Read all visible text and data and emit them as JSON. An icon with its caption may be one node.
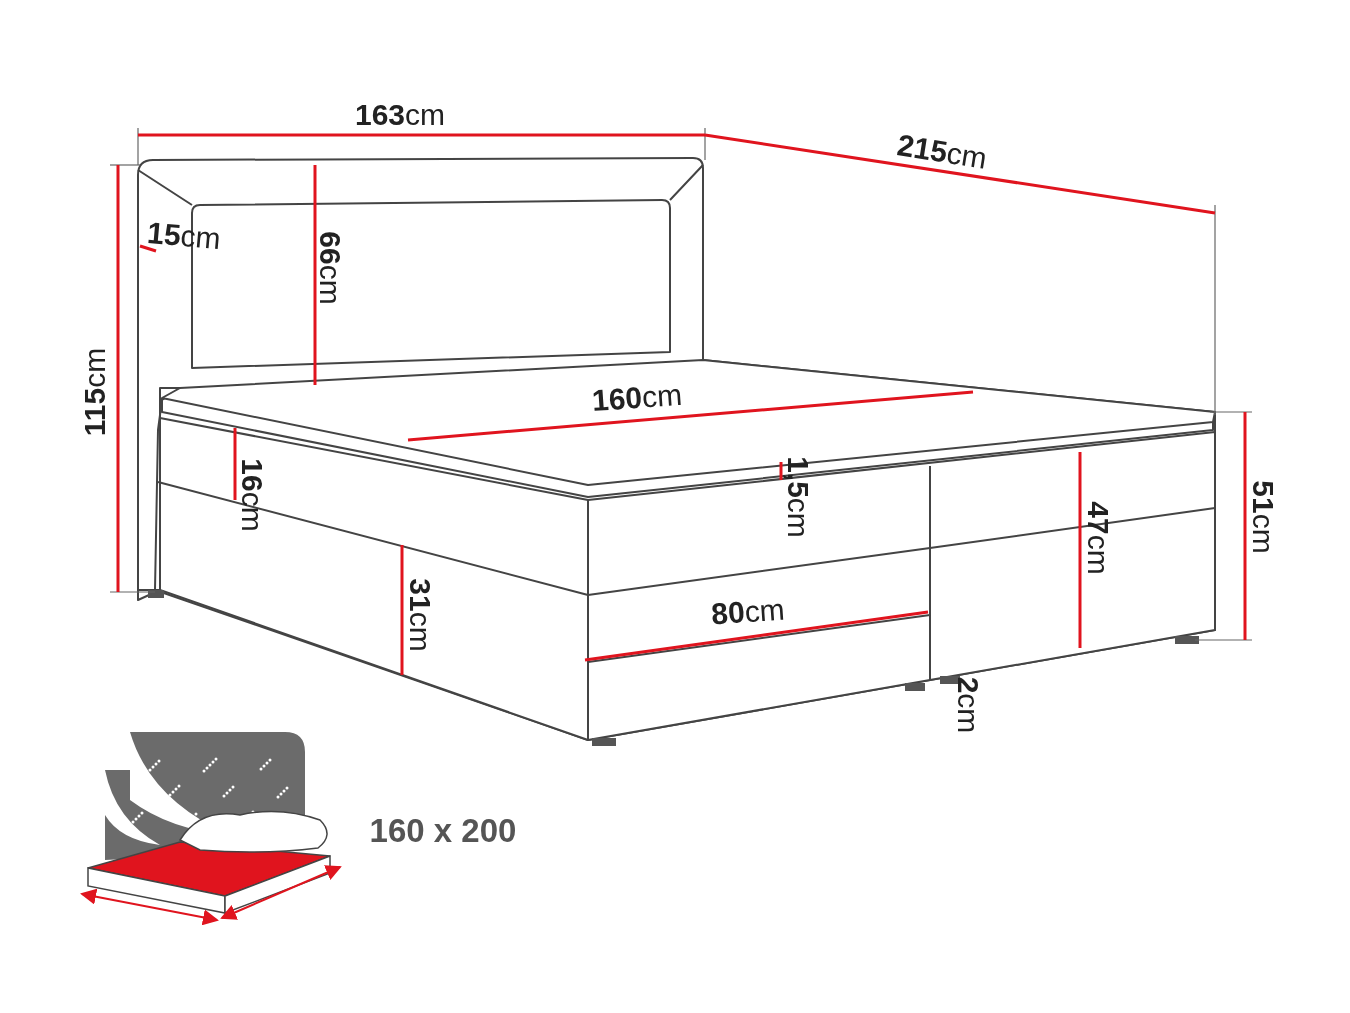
{
  "diagram": {
    "labels": [
      "**163**cm",
      "**215**cm",
      "**15**cm",
      "**66**cm",
      "**115**cm",
      "**160**cm",
      "**16**cm",
      "**1,5**cm",
      "**47**cm",
      "**51**cm",
      "**31**cm",
      "**80**cm",
      "**2**cm",
      "160 x 200"
    ]
  }
}
